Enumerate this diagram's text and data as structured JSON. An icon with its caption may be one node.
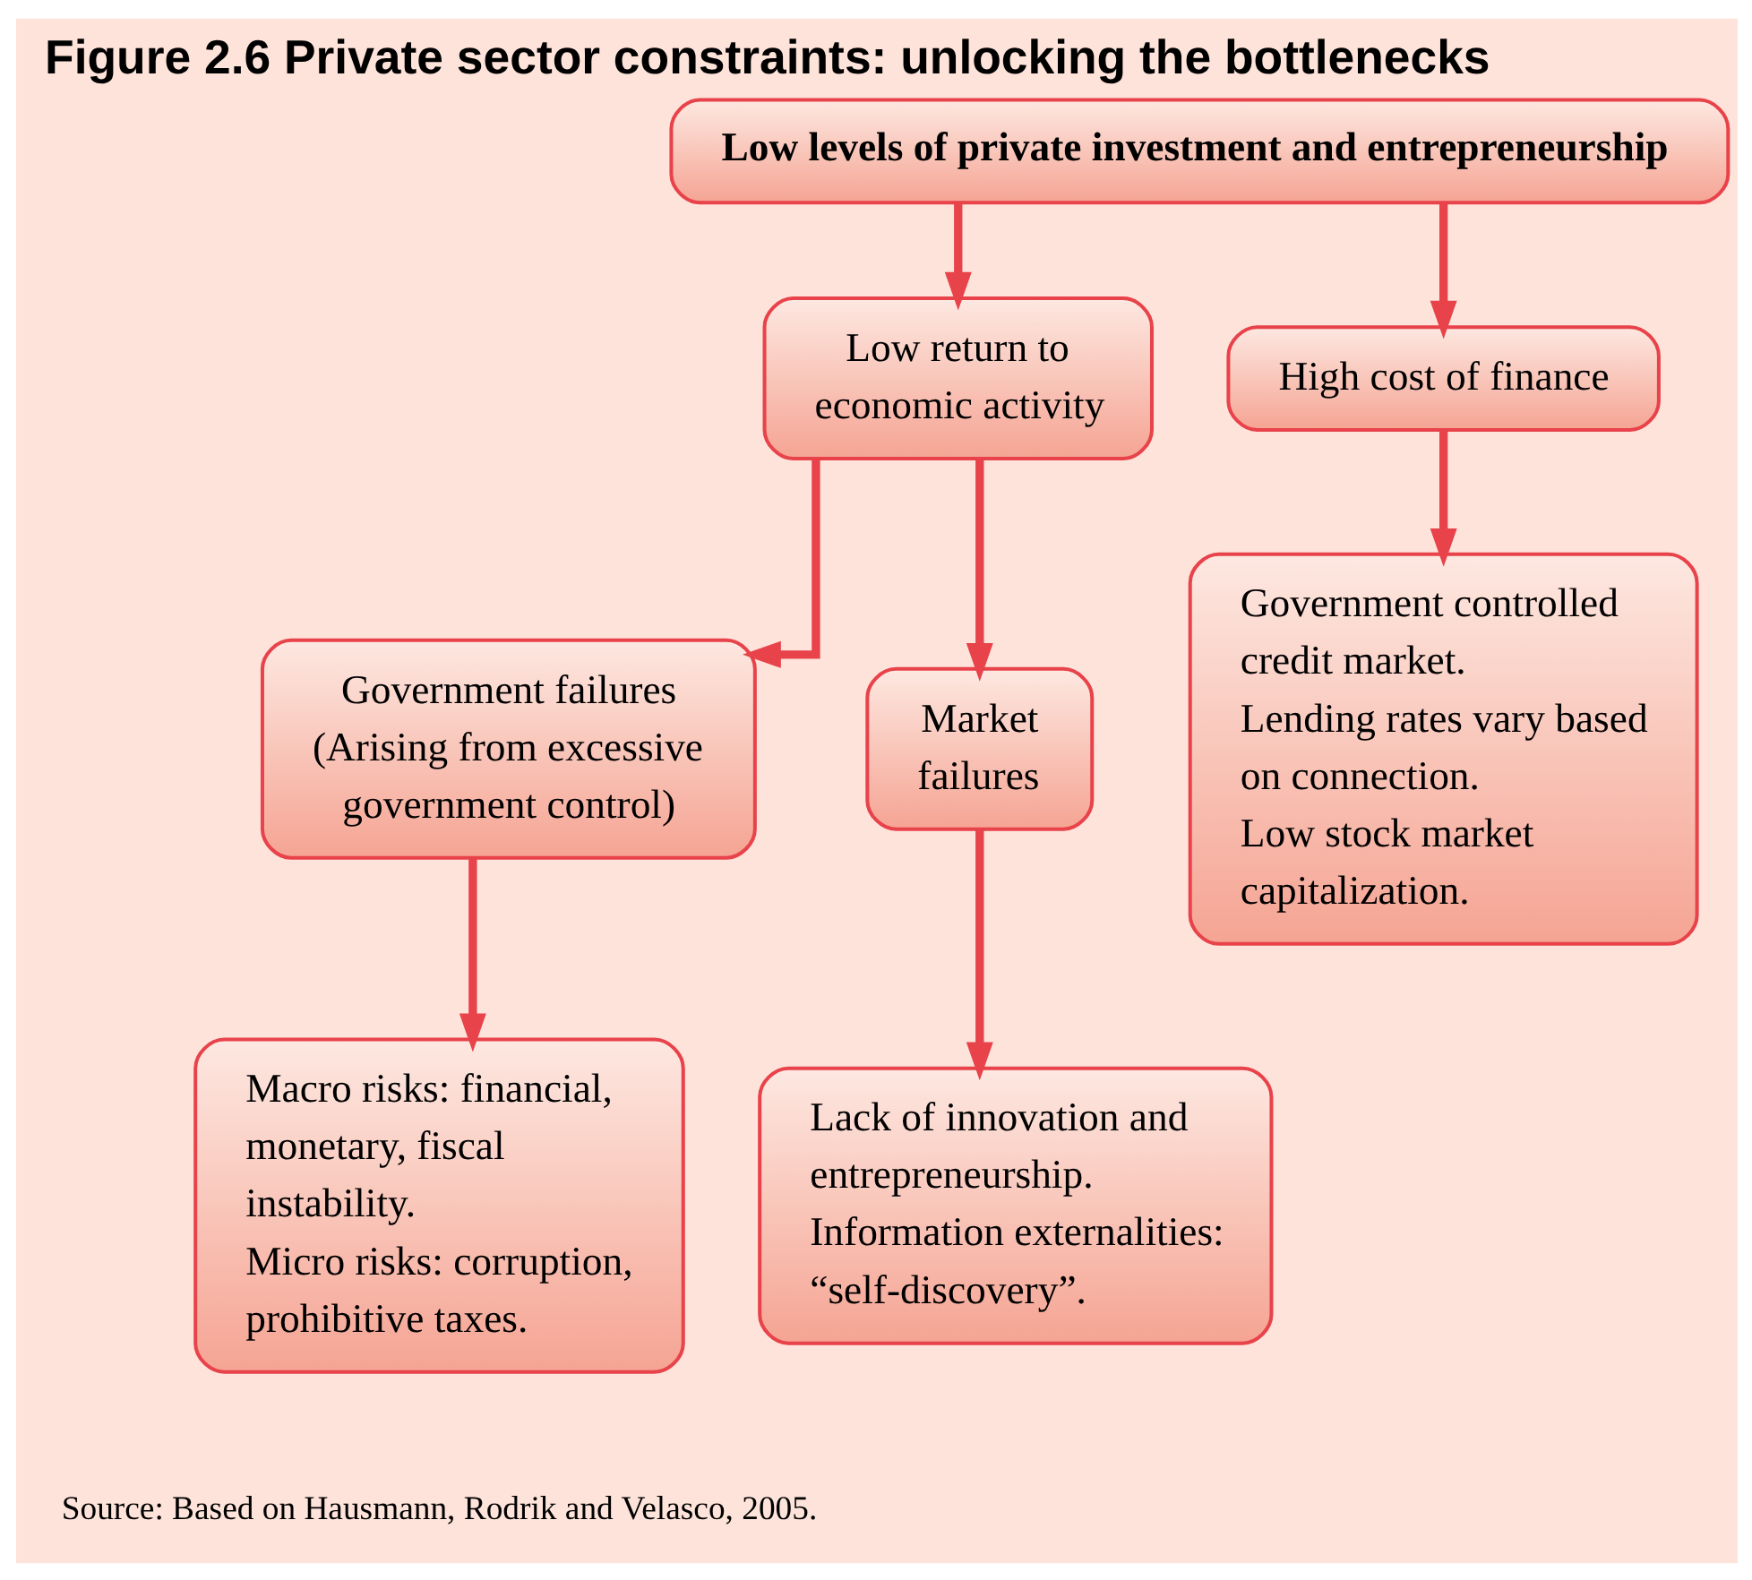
{
  "diagram": {
    "title": "Figure 2.6 Private sector constraints: unlocking the bottlenecks",
    "caption": "Source: Based on Hausmann, Rodrik and Velasco, 2005.",
    "nodes": [
      {
        "text": [
          "Low levels of private investment and entrepreneurship"
        ]
      },
      {
        "text": [
          "Low return to economic activity"
        ]
      },
      {
        "text": [
          "High cost of finance"
        ]
      },
      {
        "text": [
          "Government failures",
          "(Arising from excessive government control)"
        ]
      },
      {
        "text": [
          "Market failures"
        ]
      },
      {
        "text": [
          "Macro risks: financial, monetary, fiscal instability.",
          "Micro risks: corruption, prohibitive taxes."
        ]
      },
      {
        "text": [
          "Lack of innovation and entrepreneurship.",
          "Information externalities: “self-discovery”."
        ]
      },
      {
        "text": [
          "Government controlled credit market.",
          "Lending rates vary based on connection.",
          "Low stock market capitalization."
        ]
      }
    ],
    "edges": [
      {
        "from": 0,
        "to": 1,
        "arrow": "to"
      },
      {
        "from": 0,
        "to": 2,
        "arrow": "to"
      },
      {
        "from": 1,
        "to": 3,
        "arrow": "to"
      },
      {
        "from": 1,
        "to": 4,
        "arrow": "to"
      },
      {
        "from": 3,
        "to": 5,
        "arrow": "to"
      },
      {
        "from": 4,
        "to": 6,
        "arrow": "to"
      },
      {
        "from": 2,
        "to": 7,
        "arrow": "to"
      }
    ]
  }
}
